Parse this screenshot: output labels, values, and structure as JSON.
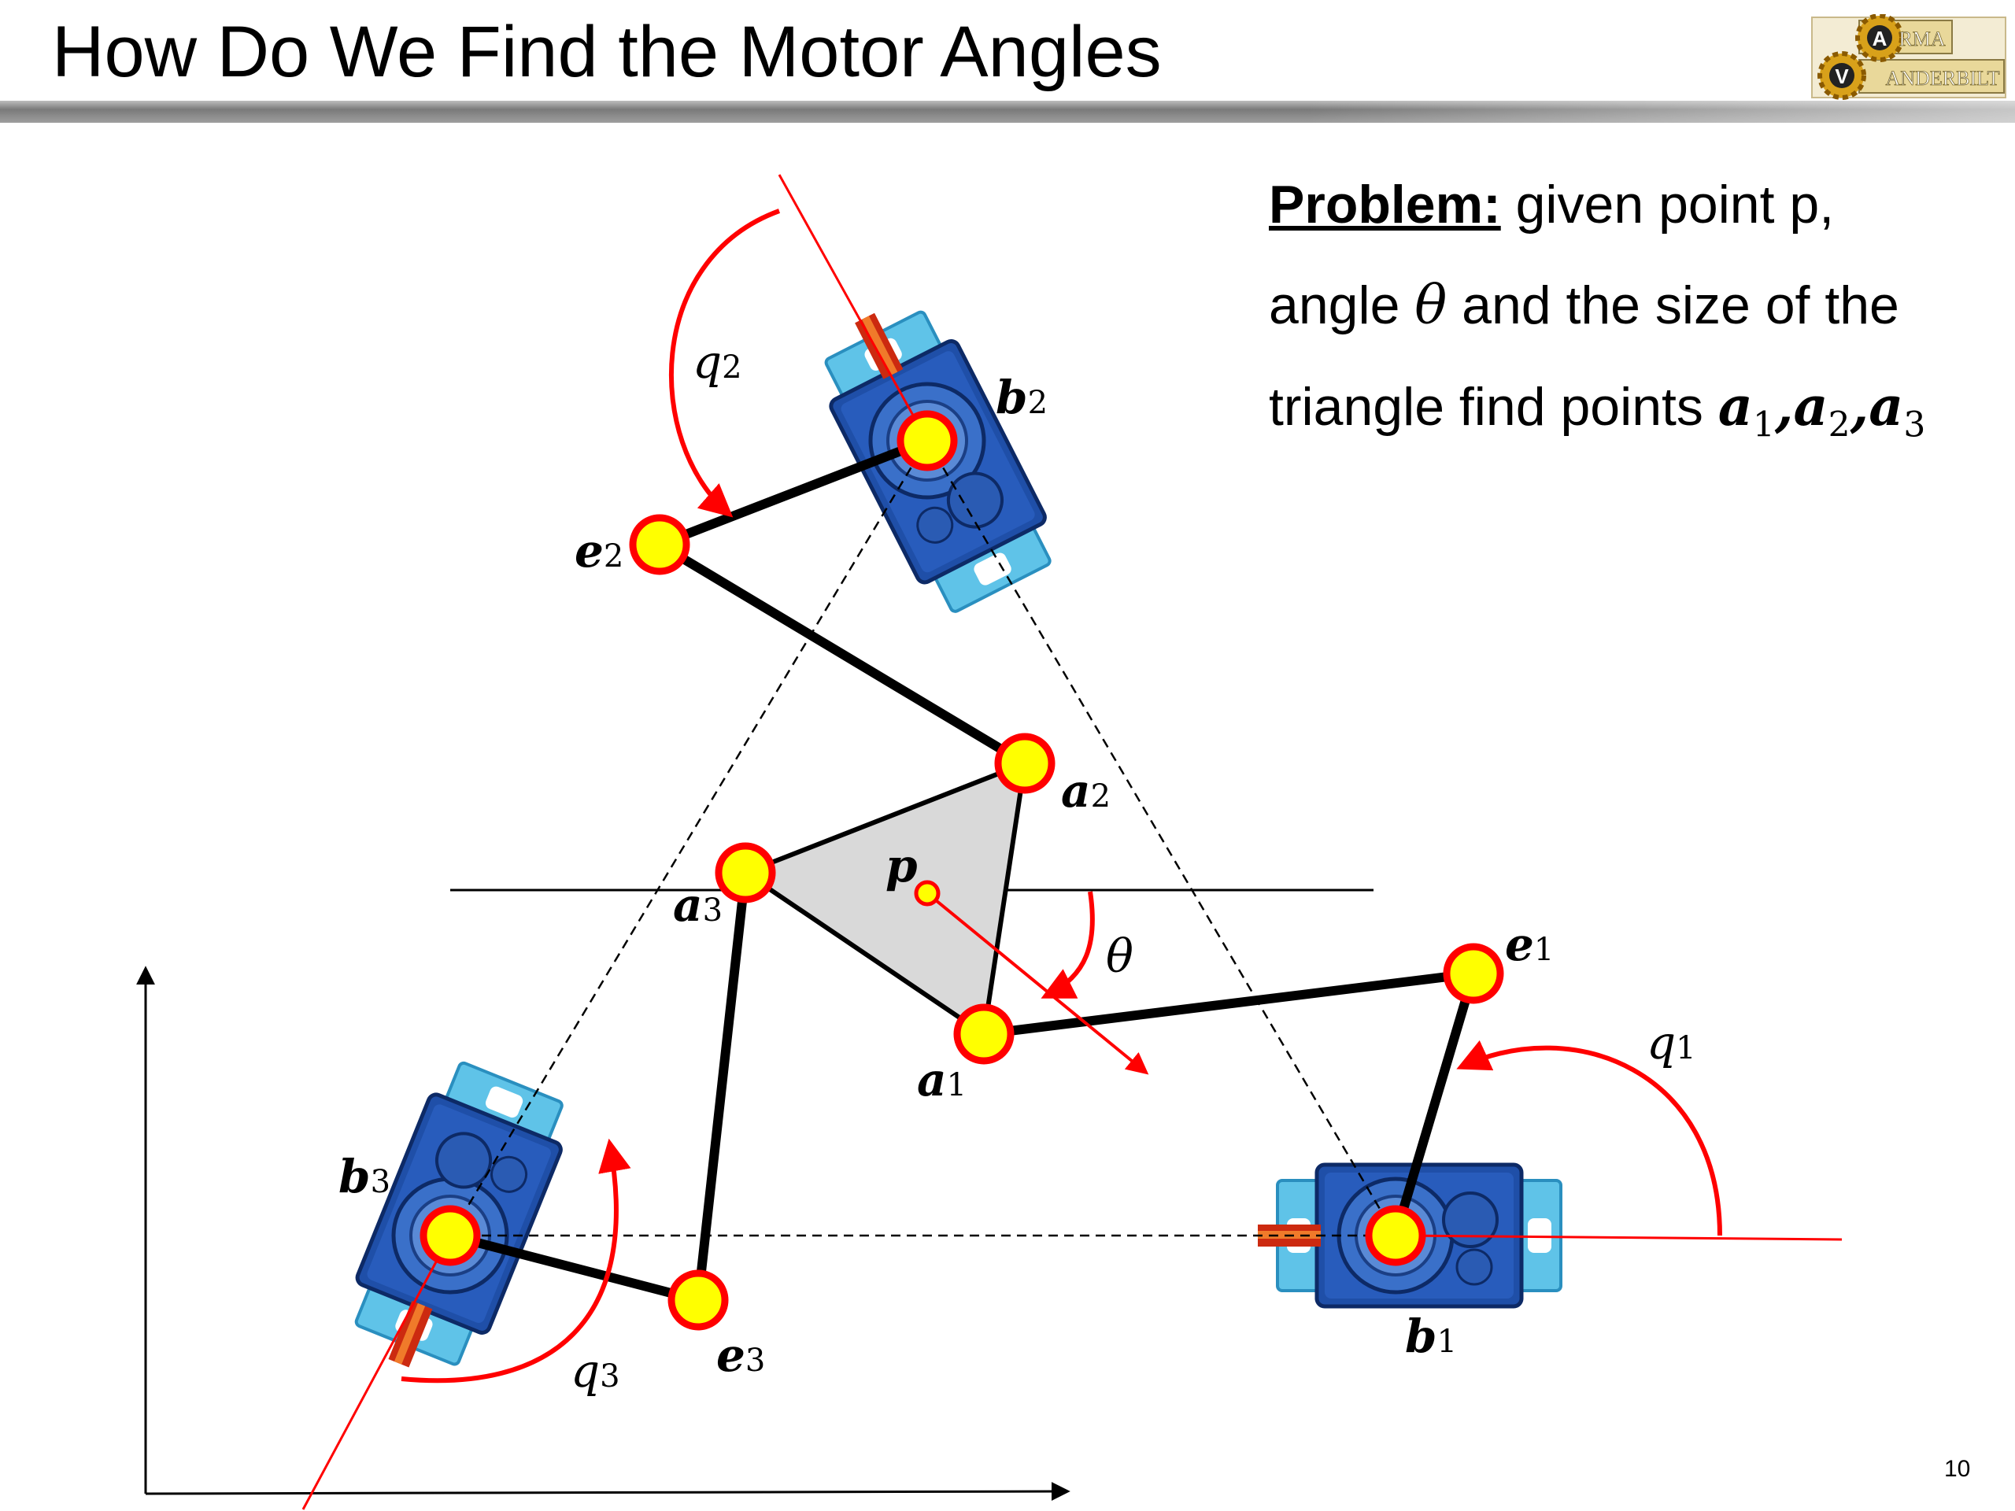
{
  "slide": {
    "title": "How Do We Find the Motor Angles",
    "page_number": "10"
  },
  "logo": {
    "letter_top": "A",
    "letter_bottom": "V",
    "text_top": "RMA",
    "text_bottom": "ANDERBILT"
  },
  "problem": {
    "heading": "Problem:",
    "line1": " given point p,",
    "line2_pre": "angle ",
    "theta": "θ",
    "line2_post": "  and the size of the",
    "line3_pre": "triangle find  points ",
    "a_sym": "a",
    "sub1": "1",
    "sub2": "2",
    "sub3": "3",
    "comma": ","
  },
  "labels": {
    "b_sym": "b",
    "e_sym": "e",
    "a_sym": "a",
    "q_sym": "q",
    "p_sym": "p",
    "theta": "θ",
    "sub1": "1",
    "sub2": "2",
    "sub3": "3"
  },
  "colors": {
    "joint_fill": "#ffff00",
    "joint_stroke": "#ff0000",
    "link": "#000000",
    "angle_arrow": "#ff0000",
    "platform_fill": "#d9d9d9",
    "servo_body": "#1f4fa8",
    "servo_tab": "#5fc3e8"
  }
}
